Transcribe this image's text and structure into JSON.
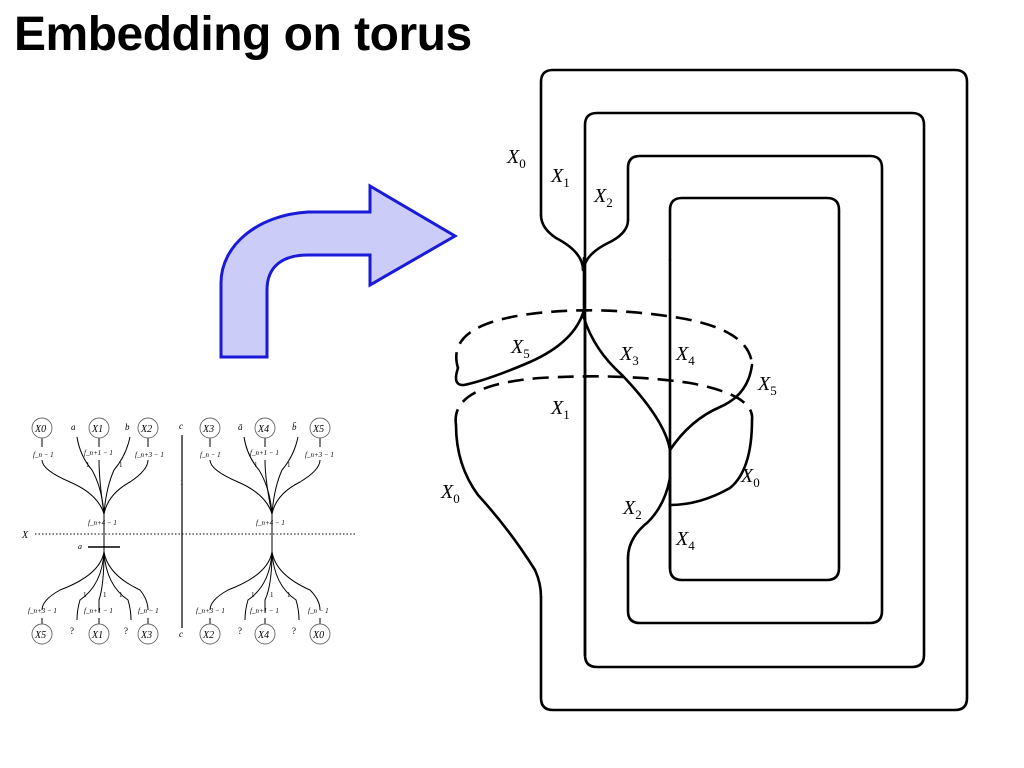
{
  "title": "Embedding on torus",
  "colors": {
    "arrow_fill": "#ccccf8",
    "arrow_stroke": "#1a1ad9",
    "line": "#000000"
  },
  "torus_labels": [
    {
      "base": "X",
      "sub": "0"
    },
    {
      "base": "X",
      "sub": "1"
    },
    {
      "base": "X",
      "sub": "2"
    },
    {
      "base": "X",
      "sub": "5"
    },
    {
      "base": "X",
      "sub": "3"
    },
    {
      "base": "X",
      "sub": "4"
    },
    {
      "base": "X",
      "sub": "5"
    },
    {
      "base": "X",
      "sub": "1"
    },
    {
      "base": "X",
      "sub": "0"
    },
    {
      "base": "X",
      "sub": "0"
    },
    {
      "base": "X",
      "sub": "2"
    },
    {
      "base": "X",
      "sub": "4"
    }
  ],
  "tree": {
    "top_nodes_left": [
      "X0",
      "X1",
      "X2"
    ],
    "top_nodes_right": [
      "X3",
      "X4",
      "X5"
    ],
    "bottom_nodes_left": [
      "X5",
      "X1",
      "X3"
    ],
    "bottom_nodes_right": [
      "X2",
      "X4",
      "X0"
    ],
    "top_letters_left": [
      "a",
      "b"
    ],
    "top_letters_right": [
      "ā",
      "b̄"
    ],
    "edge_labels_top": [
      "f_n − 1",
      "f_n+1 − 1",
      "f_n+3 − 1"
    ],
    "mid_label": "f_n+4 − 1",
    "edge_labels_bottom": [
      "f_n+3 − 1",
      "f_n+1 − 1",
      "f_n − 1"
    ],
    "ones": "1",
    "x_label": "X",
    "a_label": "a",
    "c_label": "c",
    "question": "?"
  }
}
